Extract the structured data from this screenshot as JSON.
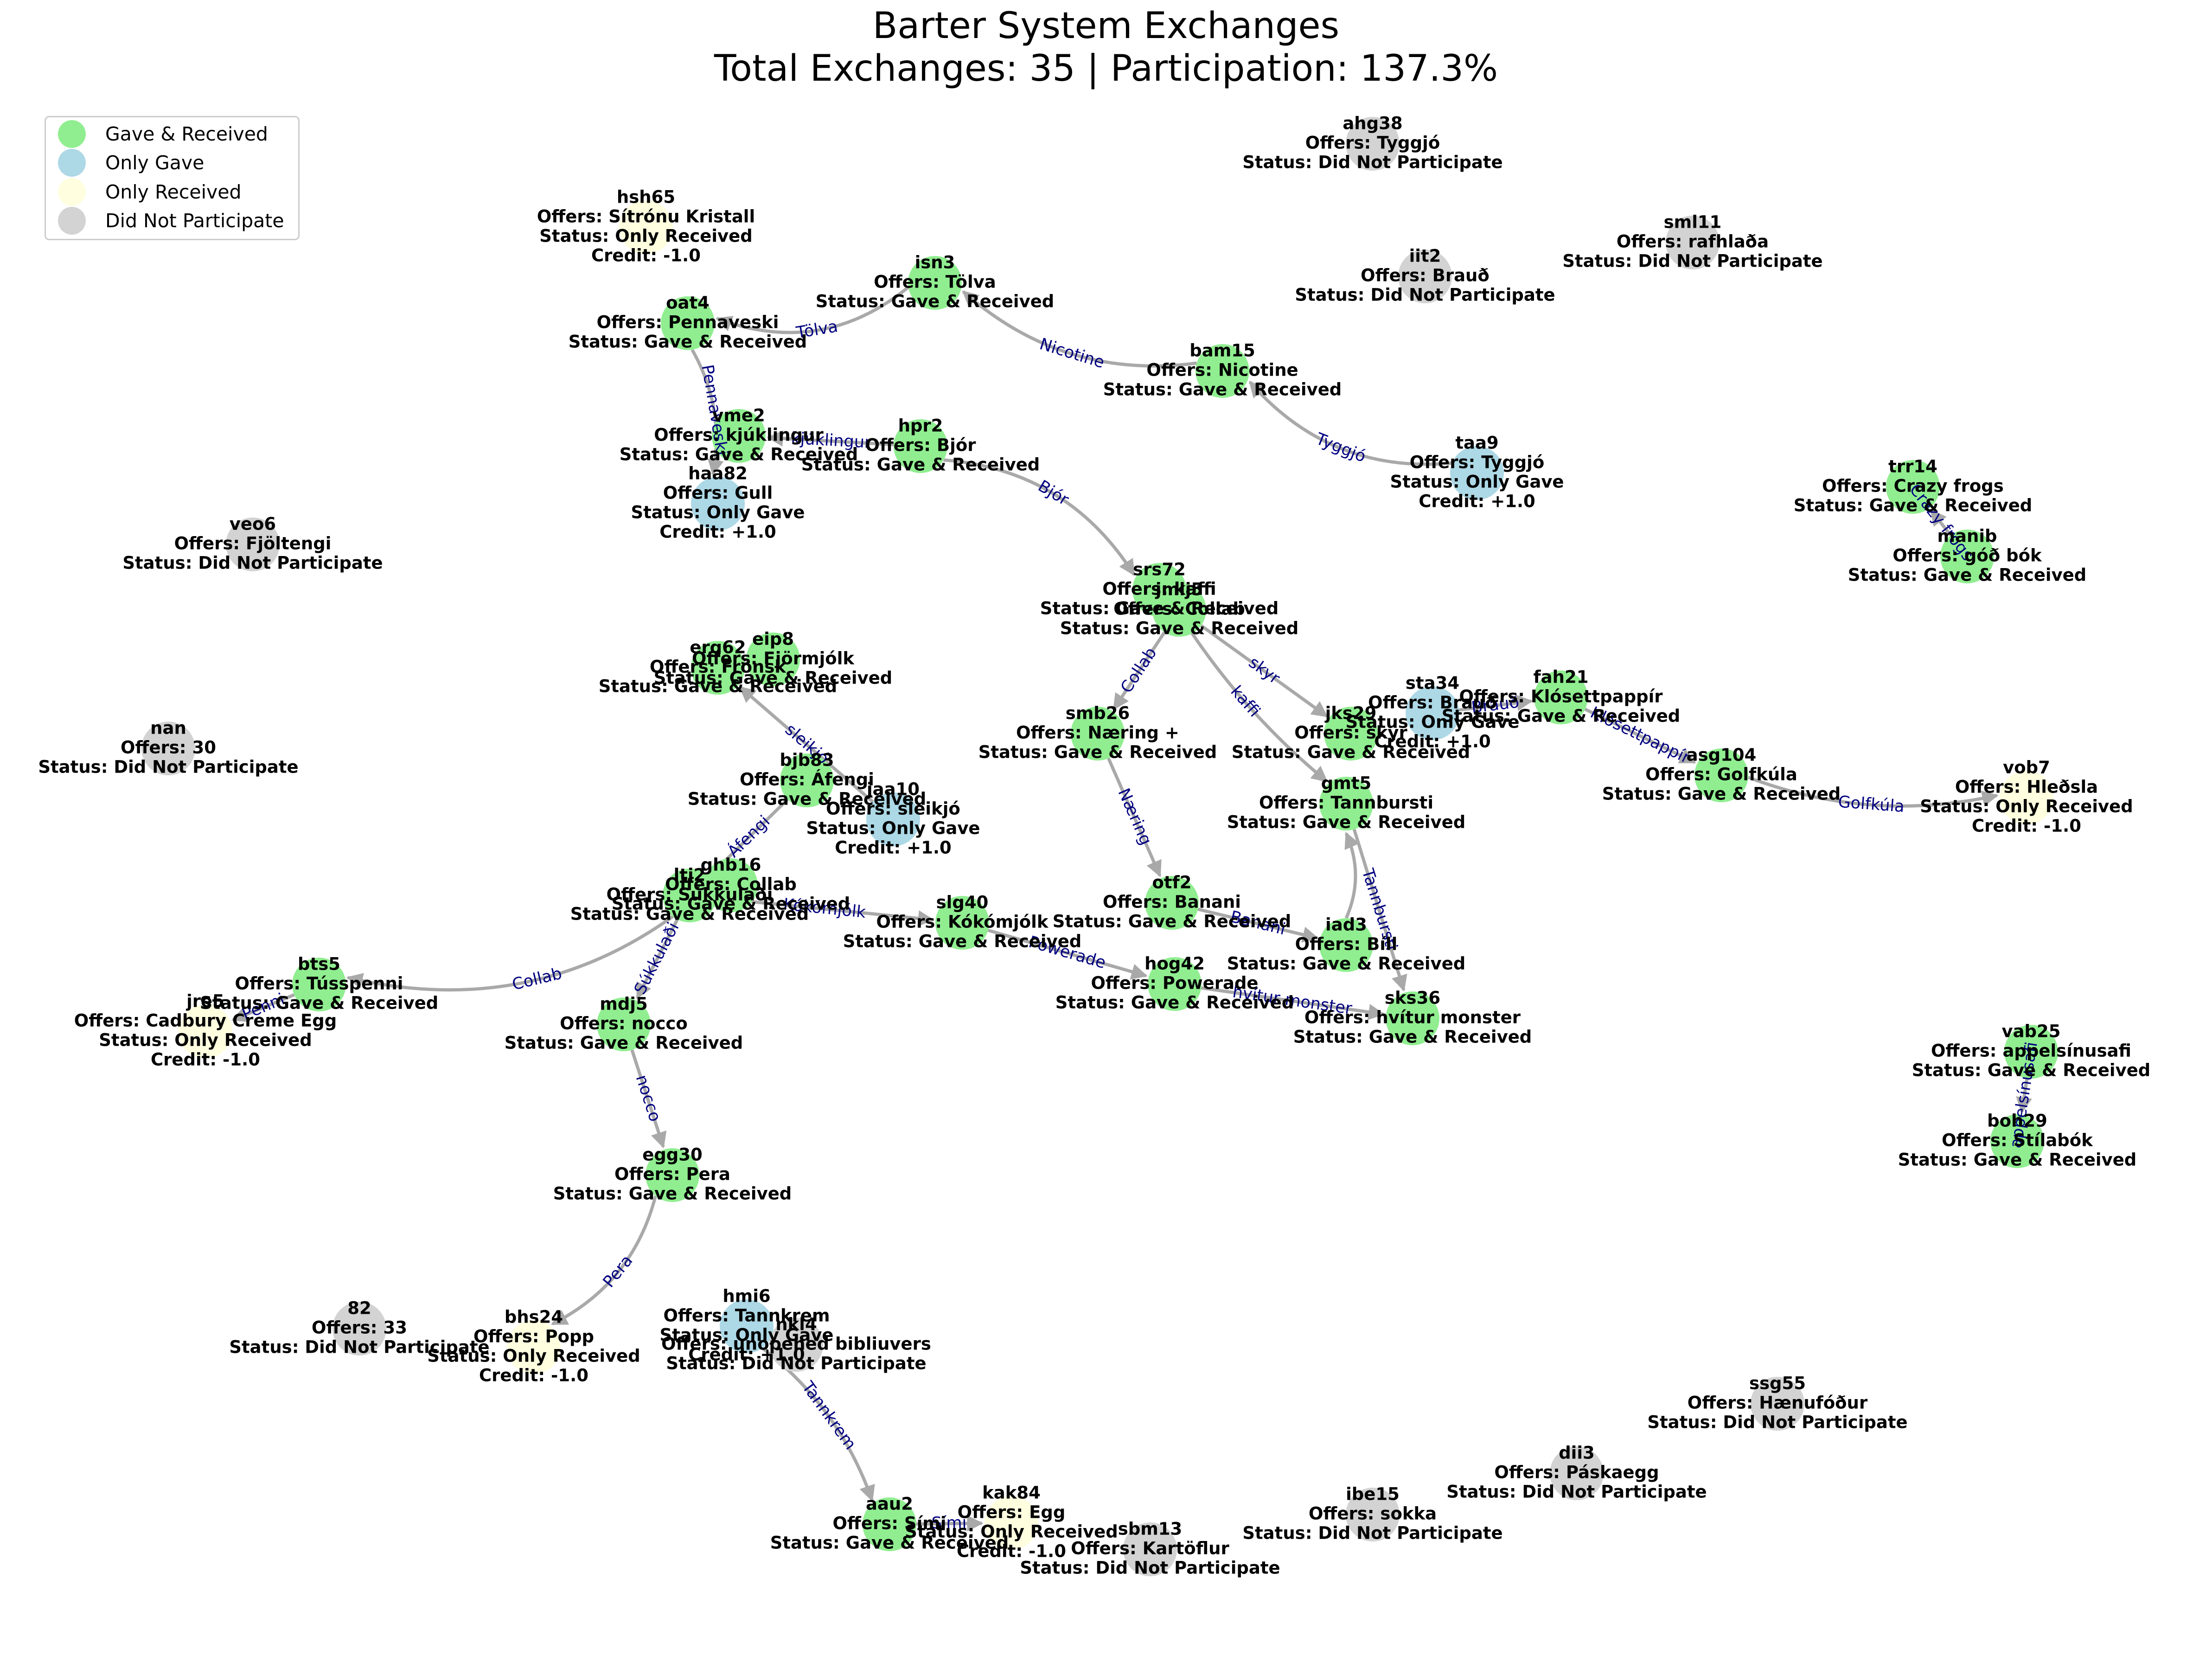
{
  "title": {
    "line1": "Barter System Exchanges",
    "line2": "Total Exchanges: 35 | Participation: 137.3%"
  },
  "legend": [
    {
      "label": "Gave & Received",
      "color": "#90ee90"
    },
    {
      "label": "Only Gave",
      "color": "#add8e6"
    },
    {
      "label": "Only Received",
      "color": "#ffffe0"
    },
    {
      "label": "Did Not Participate",
      "color": "#d3d3d3"
    }
  ],
  "colors": {
    "gave_received": "#90ee90",
    "only_gave": "#add8e6",
    "only_received": "#ffffe0",
    "did_not_participate": "#d3d3d3",
    "edge": "#a9a9a9",
    "edge_label": "#000080"
  },
  "nodes": [
    {
      "id": "ahg38",
      "offers": "Tyggjó",
      "status": "Did Not Participate"
    },
    {
      "id": "sml11",
      "offers": "rafhlaða",
      "status": "Did Not Participate"
    },
    {
      "id": "iit2",
      "offers": "Brauð",
      "status": "Did Not Participate"
    },
    {
      "id": "hsh65",
      "offers": "Sítrónu Kristall",
      "status": "Only Received",
      "credit": "-1.0"
    },
    {
      "id": "isn3",
      "offers": "Tölva",
      "status": "Gave & Received"
    },
    {
      "id": "oat4",
      "offers": "Pennaveski",
      "status": "Gave & Received"
    },
    {
      "id": "bam15",
      "offers": "Nicotine",
      "status": "Gave & Received"
    },
    {
      "id": "vme2",
      "offers": "kjúklingur",
      "status": "Gave & Received"
    },
    {
      "id": "hpr2",
      "offers": "Bjór",
      "status": "Gave & Received"
    },
    {
      "id": "taa9",
      "offers": "Tyggjó",
      "status": "Only Gave",
      "credit": "+1.0"
    },
    {
      "id": "haa82",
      "offers": "Gull",
      "status": "Only Gave",
      "credit": "+1.0"
    },
    {
      "id": "trr14",
      "offers": "Crazy frogs",
      "status": "Gave & Received"
    },
    {
      "id": "manib",
      "offers": "góð bók",
      "status": "Gave & Received"
    },
    {
      "id": "veo6",
      "offers": "Fjöltengi",
      "status": "Did Not Participate"
    },
    {
      "id": "srs72",
      "offers": "kaffi",
      "status": "Gave & Received"
    },
    {
      "id": "jmlj5",
      "offers": "Collab",
      "status": "Gave & Received"
    },
    {
      "id": "erg62",
      "offers": "Frönsk",
      "status": "Gave & Received"
    },
    {
      "id": "eip8",
      "offers": "Fjörmjólk",
      "status": "Gave & Received"
    },
    {
      "id": "fah21",
      "offers": "Klósettpappír",
      "status": "Gave & Received"
    },
    {
      "id": "nan",
      "offers": "30",
      "status": "Did Not Participate"
    },
    {
      "id": "jks29",
      "offers": "skyr",
      "status": "Gave & Received"
    },
    {
      "id": "sta34",
      "offers": "Brauð",
      "status": "Only Gave",
      "credit": "+1.0"
    },
    {
      "id": "smb26",
      "offers": "Næring +",
      "status": "Gave & Received"
    },
    {
      "id": "asg104",
      "offers": "Golfkúla",
      "status": "Gave & Received"
    },
    {
      "id": "gmt5",
      "offers": "Tannbursti",
      "status": "Gave & Received"
    },
    {
      "id": "bjb83",
      "offers": "Áfengi",
      "status": "Gave & Received"
    },
    {
      "id": "vob7",
      "offers": "Hleðsla",
      "status": "Only Received",
      "credit": "-1.0"
    },
    {
      "id": "jaa10",
      "offers": "sleikjó",
      "status": "Only Gave",
      "credit": "+1.0"
    },
    {
      "id": "ghb16",
      "offers": "Collab",
      "status": "Gave & Received"
    },
    {
      "id": "lti2",
      "offers": "Súkkulaði",
      "status": "Gave & Received"
    },
    {
      "id": "slg40",
      "offers": "Kókómjólk",
      "status": "Gave & Received"
    },
    {
      "id": "otf2",
      "offers": "Banani",
      "status": "Gave & Received"
    },
    {
      "id": "iad3",
      "offers": "Bíll",
      "status": "Gave & Received"
    },
    {
      "id": "hog42",
      "offers": "Powerade",
      "status": "Gave & Received"
    },
    {
      "id": "bts5",
      "offers": "Tússpenni",
      "status": "Gave & Received"
    },
    {
      "id": "sks36",
      "offers": "hvítur monster",
      "status": "Gave & Received"
    },
    {
      "id": "jre5",
      "offers": "Cadbury Creme Egg",
      "status": "Only Received",
      "credit": "-1.0"
    },
    {
      "id": "mdj5",
      "offers": "nocco",
      "status": "Gave & Received"
    },
    {
      "id": "vab25",
      "offers": "appelsínusafi",
      "status": "Gave & Received"
    },
    {
      "id": "boh29",
      "offers": "Stílabók",
      "status": "Gave & Received"
    },
    {
      "id": "egg30",
      "offers": "Pera",
      "status": "Gave & Received"
    },
    {
      "id": "82",
      "offers": "33",
      "status": "Did Not Participate"
    },
    {
      "id": "bhs24",
      "offers": "Popp",
      "status": "Only Received",
      "credit": "-1.0"
    },
    {
      "id": "hmi6",
      "offers": "Tannkrem",
      "status": "Only Gave",
      "credit": "+1.0"
    },
    {
      "id": "nkl4",
      "offers": "unopened bibliuvers",
      "status": "Did Not Participate"
    },
    {
      "id": "ssg55",
      "offers": "Hænufóður",
      "status": "Did Not Participate"
    },
    {
      "id": "dii3",
      "offers": "Páskaegg",
      "status": "Did Not Participate"
    },
    {
      "id": "kak84",
      "offers": "Egg",
      "status": "Only Received",
      "credit": "-1.0"
    },
    {
      "id": "aau2",
      "offers": "Sími",
      "status": "Gave & Received"
    },
    {
      "id": "ibe15",
      "offers": "sokka",
      "status": "Did Not Participate"
    },
    {
      "id": "sbm13",
      "offers": "Kartöflur",
      "status": "Did Not Participate"
    }
  ],
  "edges": [
    {
      "from": "isn3",
      "to": "oat4",
      "label": "Tölva"
    },
    {
      "from": "bam15",
      "to": "isn3",
      "label": "Nicotine"
    },
    {
      "from": "taa9",
      "to": "bam15",
      "label": "Tyggjó"
    },
    {
      "from": "oat4",
      "to": "haa82",
      "label": "Pennaveski"
    },
    {
      "from": "hpr2",
      "to": "vme2",
      "label": "kjúklingur"
    },
    {
      "from": "hpr2",
      "to": "srs72",
      "label": "Bjór"
    },
    {
      "from": "manib",
      "to": "trr14",
      "label": "Crazy frogs"
    },
    {
      "from": "jmlj5",
      "to": "smb26",
      "label": "Collab"
    },
    {
      "from": "jmlj5",
      "to": "jks29",
      "label": "skyr"
    },
    {
      "from": "srs72",
      "to": "gmt5",
      "label": "kaffi"
    },
    {
      "from": "sta34",
      "to": "fah21",
      "label": "Brauð"
    },
    {
      "from": "fah21",
      "to": "asg104",
      "label": "Klósettpappír"
    },
    {
      "from": "asg104",
      "to": "vob7",
      "label": "Golfkúla"
    },
    {
      "from": "jaa10",
      "to": "erg62",
      "label": "sleikjó"
    },
    {
      "from": "smb26",
      "to": "otf2",
      "label": "Næring"
    },
    {
      "from": "gmt5",
      "to": "sks36",
      "label": "Tannbursti"
    },
    {
      "from": "iad3",
      "to": "gmt5",
      "label": ""
    },
    {
      "from": "otf2",
      "to": "iad3",
      "label": "Banani"
    },
    {
      "from": "bjb83",
      "to": "lti2",
      "label": "Áfengi"
    },
    {
      "from": "lti2",
      "to": "slg40",
      "label": "Kókómjólk"
    },
    {
      "from": "slg40",
      "to": "hog42",
      "label": "Powerade"
    },
    {
      "from": "hog42",
      "to": "sks36",
      "label": "hvítur monster"
    },
    {
      "from": "ghb16",
      "to": "bts5",
      "label": "Collab"
    },
    {
      "from": "bts5",
      "to": "jre5",
      "label": "Penni"
    },
    {
      "from": "lti2",
      "to": "mdj5",
      "label": "Súkkulaði"
    },
    {
      "from": "mdj5",
      "to": "egg30",
      "label": "nocco"
    },
    {
      "from": "egg30",
      "to": "bhs24",
      "label": "Pera"
    },
    {
      "from": "hmi6",
      "to": "aau2",
      "label": "Tannkrem"
    },
    {
      "from": "aau2",
      "to": "kak84",
      "label": "Sími"
    },
    {
      "from": "vab25",
      "to": "boh29",
      "label": "appelsínusafi"
    }
  ]
}
